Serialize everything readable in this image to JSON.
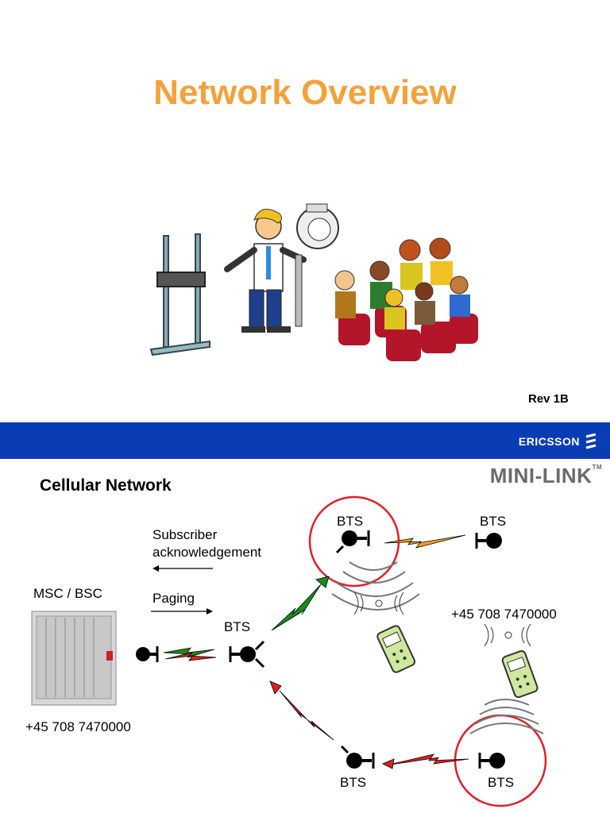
{
  "slide1": {
    "title": "Network Overview",
    "revision": "Rev 1B"
  },
  "brand": {
    "name": "ERICSSON",
    "product": "MINI-LINK",
    "product_tm": "TM"
  },
  "slide2": {
    "heading": "Cellular Network",
    "subscriber_ack": "Subscriber",
    "subscriber_ack_line2": "acknowledgement",
    "paging": "Paging",
    "msc_bsc": "MSC / BSC",
    "phone_number_left": "+45 708 7470000",
    "phone_number_right": "+45 708 7470000",
    "bts_labels": [
      "BTS",
      "BTS",
      "BTS",
      "BTS",
      "BTS"
    ]
  },
  "colors": {
    "title_orange": "#f5a13b",
    "band_blue": "#0a3cb4",
    "circle_red": "#e0202a",
    "arrow_green": "#1a8a1a",
    "arrow_red": "#e02020",
    "arrow_orange": "#f2a020"
  }
}
